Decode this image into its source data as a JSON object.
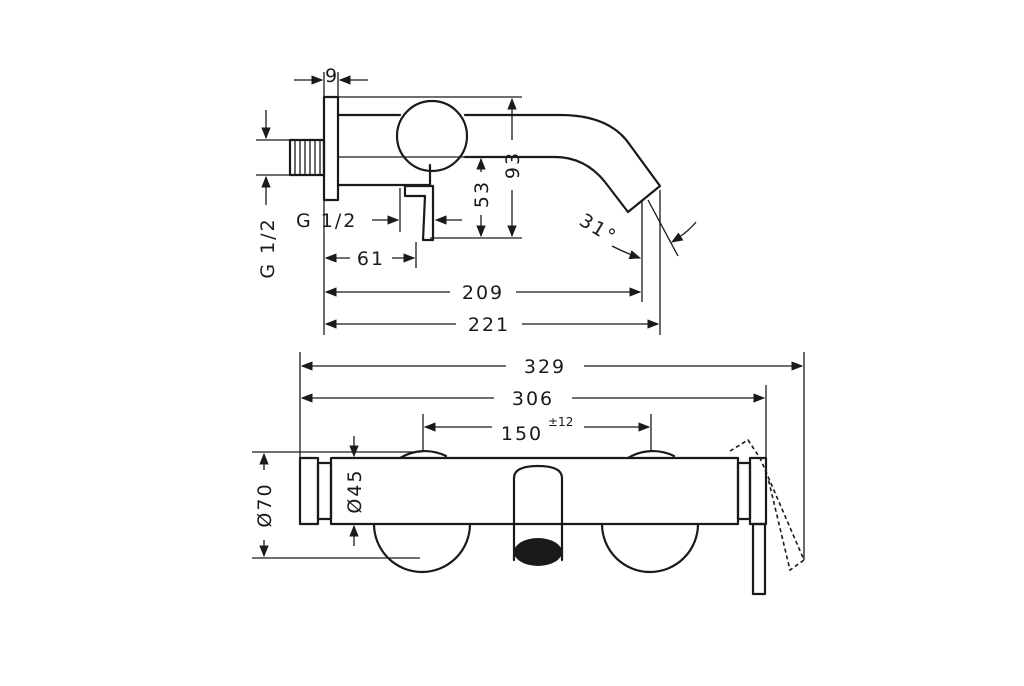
{
  "side_view": {
    "dim_9": "9",
    "dim_93": "93",
    "dim_53": "53",
    "dim_angle": "31°",
    "dim_g_half_horizontal": "G 1/2",
    "dim_g_half_vertical": "G 1/2",
    "dim_61": "61",
    "dim_209": "209",
    "dim_221": "221"
  },
  "front_view": {
    "dim_329": "329",
    "dim_306": "306",
    "dim_150": "150",
    "dim_150_tolerance": "±12",
    "dim_d70": "Ø70",
    "dim_d45": "Ø45"
  }
}
